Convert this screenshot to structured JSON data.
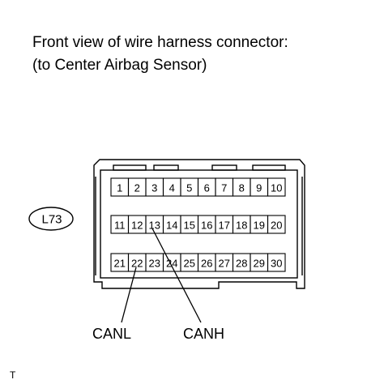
{
  "caption": {
    "line1": "Front view of wire harness connector:",
    "line2": "(to Center Airbag Sensor)"
  },
  "connector": {
    "id": "L73",
    "rows": [
      [
        "1",
        "2",
        "3",
        "4",
        "5",
        "6",
        "7",
        "8",
        "9",
        "10"
      ],
      [
        "11",
        "12",
        "13",
        "14",
        "15",
        "16",
        "17",
        "18",
        "19",
        "20"
      ],
      [
        "21",
        "22",
        "23",
        "24",
        "25",
        "26",
        "27",
        "28",
        "29",
        "30"
      ]
    ]
  },
  "signals": [
    {
      "name": "CANL",
      "pin": "22"
    },
    {
      "name": "CANH",
      "pin": "13"
    }
  ],
  "footer_mark": "T"
}
